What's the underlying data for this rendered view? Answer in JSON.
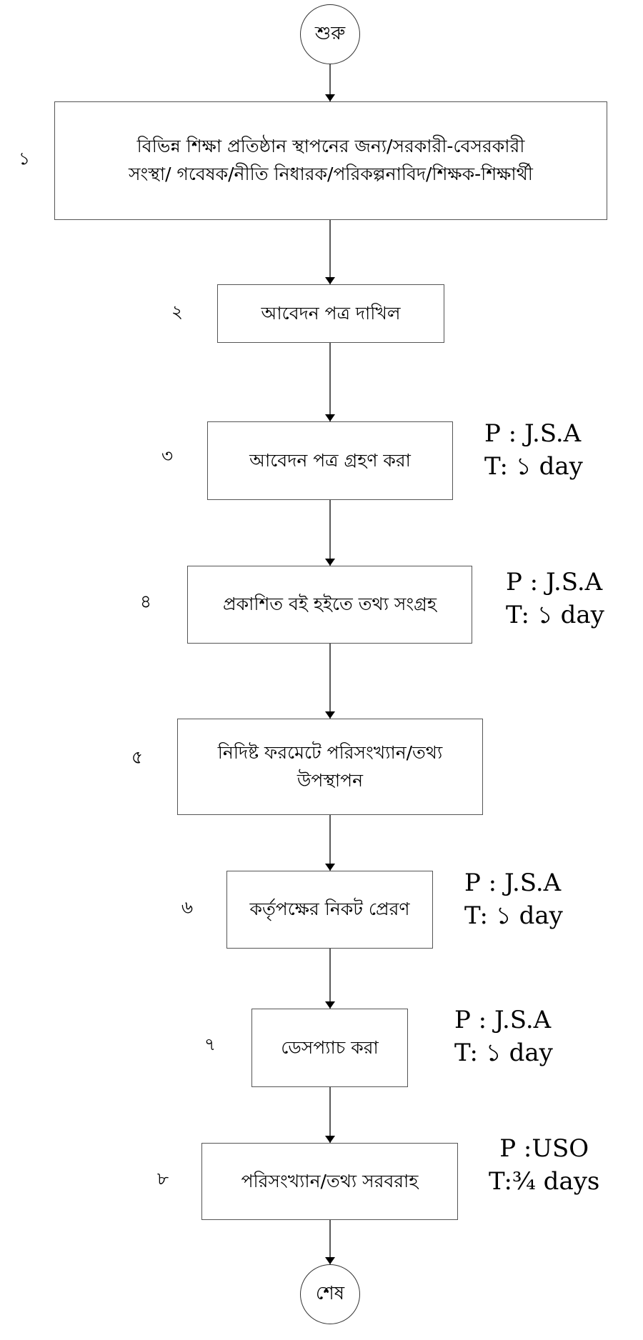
{
  "start": "শুরু",
  "end": "শেষ",
  "steps": [
    {
      "num": "১",
      "text": "বিভিন্ন শিক্ষা প্রতিষ্ঠান স্থাপনের জন্য/সরকারী-বেসরকারী সংস্থা/ গবেষক/নীতি নিধারক/পরিকল্পনাবিদ/শিক্ষক-শিক্ষার্থী"
    },
    {
      "num": "২",
      "text": "আবেদন পত্র দাখিল"
    },
    {
      "num": "৩",
      "text": "আবেদন পত্র  গ্রহণ করা",
      "p": "P : J.S.A",
      "t": "T: ১ day"
    },
    {
      "num": "৪",
      "text": "প্রকাশিত বই হইতে তথ্য সংগ্রহ",
      "p": "P : J.S.A",
      "t": "T: ১ day"
    },
    {
      "num": "৫",
      "text": "নিদিষ্ট ফরমেটে পরিসংখ্যান/তথ্য উপস্থাপন"
    },
    {
      "num": "৬",
      "text": "কর্তৃপক্ষের নিকট প্রেরণ",
      "p": "P : J.S.A",
      "t": "T: ১ day"
    },
    {
      "num": "৭",
      "text": "ডেসপ্যাচ করা",
      "p": "P : J.S.A",
      "t": "T: ১ day"
    },
    {
      "num": "৮",
      "text": "পরিসংখ্যান/তথ্য সরবরাহ",
      "p": "P :USO",
      "t": "T:¾ days"
    }
  ]
}
